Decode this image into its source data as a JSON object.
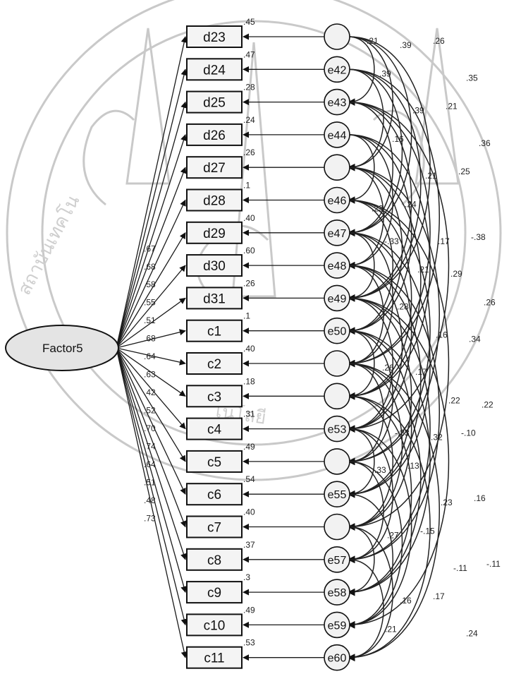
{
  "factor": {
    "label": "Factor5"
  },
  "watermark": {
    "arc_text_left": "สถาบันเทคโน",
    "arc_text_bottom": "โนโลยี"
  },
  "variables": [
    {
      "label": "d23",
      "error": "",
      "loading": "",
      "r2": ".45"
    },
    {
      "label": "d24",
      "error": "e42",
      "loading": "",
      "r2": ".47"
    },
    {
      "label": "d25",
      "error": "e43",
      "loading": "",
      "r2": ".28"
    },
    {
      "label": "d26",
      "error": "e44",
      "loading": "",
      "r2": ".24"
    },
    {
      "label": "d27",
      "error": "",
      "loading": ".67",
      "r2": ".26"
    },
    {
      "label": "d28",
      "error": "e46",
      "loading": ".68",
      "r2": ".1"
    },
    {
      "label": "d29",
      "error": "e47",
      "loading": ".58",
      "r2": ".40"
    },
    {
      "label": "d30",
      "error": "e48",
      "loading": ".55",
      "r2": ".60"
    },
    {
      "label": "d31",
      "error": "e49",
      "loading": ".51",
      "r2": ".26"
    },
    {
      "label": "c1",
      "error": "e50",
      "loading": ".68",
      "r2": ".1"
    },
    {
      "label": "c2",
      "error": "",
      "loading": ".64",
      "r2": ".40"
    },
    {
      "label": "c3",
      "error": "",
      "loading": ".63",
      "r2": ".18"
    },
    {
      "label": "c4",
      "error": "e53",
      "loading": ".42",
      "r2": ".31"
    },
    {
      "label": "c5",
      "error": "",
      "loading": ".52",
      "r2": ".49"
    },
    {
      "label": "c6",
      "error": "e55",
      "loading": ".70",
      "r2": ".54"
    },
    {
      "label": "c7",
      "error": "",
      "loading": ".74",
      "r2": ".40"
    },
    {
      "label": "c8",
      "error": "e57",
      "loading": ".64",
      "r2": ".37"
    },
    {
      "label": "c9",
      "error": "e58",
      "loading": ".51",
      "r2": ".3"
    },
    {
      "label": "c10",
      "error": "e59",
      "loading": ".48",
      "r2": ".49"
    },
    {
      "label": "c11",
      "error": "e60",
      "loading": ".73",
      "r2": ".53"
    }
  ],
  "covariance_labels": [
    ".21",
    ".39",
    ".26",
    ".35",
    ".39",
    ".39",
    ".21",
    ".36",
    ".16",
    ".21",
    ".25",
    ".23",
    ".24",
    ".17",
    "-.38",
    "-.33",
    ".21",
    ".29",
    ".26",
    ".28",
    ".16",
    ".34",
    ".26",
    ".17",
    ".22",
    ".22",
    "-.33",
    "-.32",
    "-.10",
    ".33",
    ".13",
    ".23",
    ".16",
    ".27",
    "-.15",
    "-.11",
    "-.11",
    ".16",
    ".17",
    ".24",
    ".21"
  ]
}
